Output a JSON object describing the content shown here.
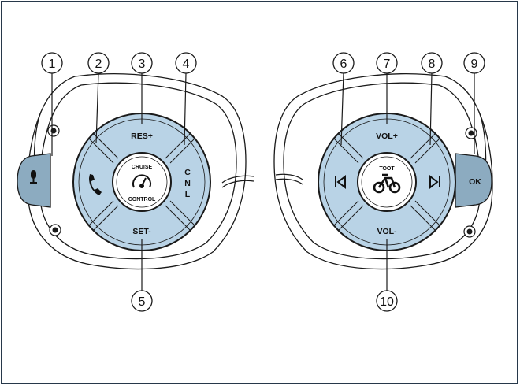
{
  "colors": {
    "pad_fill": "#b9d3e6",
    "pad_dark": "#8cabc0",
    "outline": "#1a1a1a",
    "frame": "#27384a"
  },
  "left_control": {
    "center_top": "CRUISE",
    "center_bottom": "CONTROL",
    "center_icon": "speedometer-icon",
    "up_label": "RES+",
    "down_label": "SET-",
    "left_icon": "phone-icon",
    "right_label_lines": [
      "C",
      "N",
      "L"
    ],
    "side_button_icon": "microphone-icon"
  },
  "right_control": {
    "center_top": "TOOT",
    "center_icon": "bicycle-icon",
    "up_label": "VOL+",
    "down_label": "VOL-",
    "left_icon": "skip-previous-icon",
    "right_icon": "skip-next-icon",
    "side_button_label": "OK"
  },
  "callouts": [
    "1",
    "2",
    "3",
    "4",
    "5",
    "6",
    "7",
    "8",
    "9",
    "10"
  ]
}
